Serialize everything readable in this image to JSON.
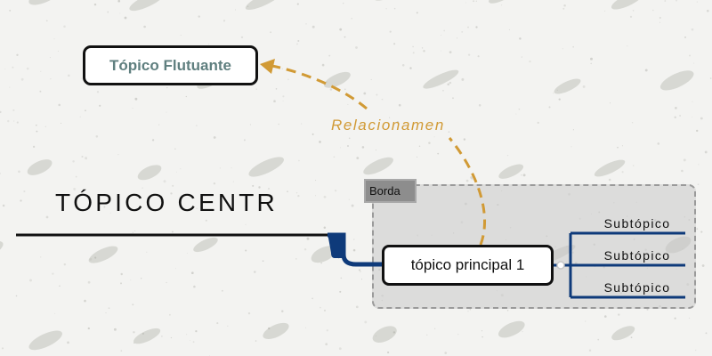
{
  "map": {
    "central_topic": "TÓPICO CENTR",
    "floating_topic": "Tópico Flutuante",
    "relationship_label": "Relacionamen",
    "boundary_label": "Borda",
    "main_topic": "tópico principal 1",
    "subtopics": [
      "Subtópico",
      "Subtópico",
      "Subtópico"
    ]
  },
  "colors": {
    "branch": "#0e3a7a",
    "relationship": "#d19a35",
    "floating_text": "#5f7f7f",
    "boundary_border": "#9a9a9a",
    "background": "#f3f3f1"
  }
}
